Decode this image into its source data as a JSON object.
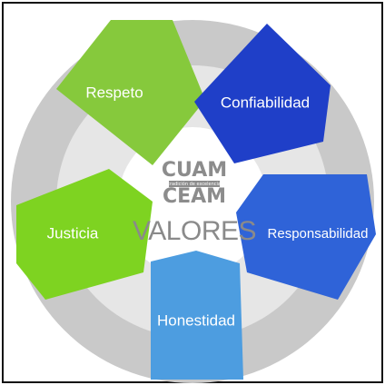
{
  "center": {
    "title": "VALORES",
    "logo_top": "CUAM",
    "logo_tag": "tradición de excelencia",
    "logo_bottom": "CEAM"
  },
  "values": [
    {
      "label": "Respeto",
      "color": "#86c93c"
    },
    {
      "label": "Confiabilidad",
      "color": "#1f3fc8"
    },
    {
      "label": "Justicia",
      "color": "#7ed321"
    },
    {
      "label": "Responsabilidad",
      "color": "#2f63d8"
    },
    {
      "label": "Honestidad",
      "color": "#4d9de0"
    }
  ],
  "colors": {
    "ring_outer": "#c9c9c9",
    "ring_inner": "#e6e6e6",
    "center_fill": "#ffffff"
  }
}
